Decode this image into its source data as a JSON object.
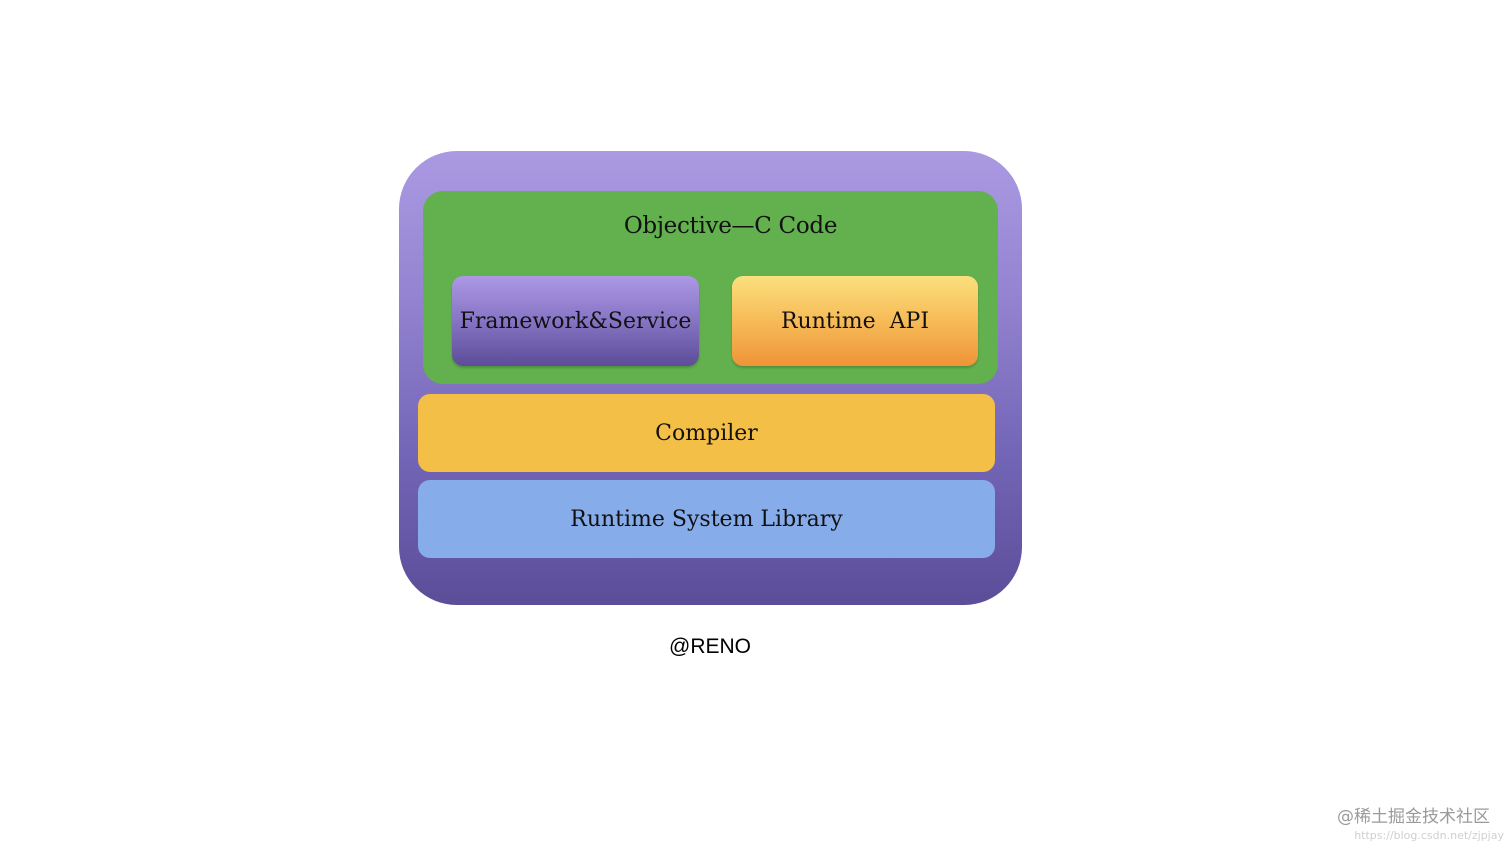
{
  "diagram": {
    "outer_container": {
      "color_top": "#ab9ae2",
      "color_bottom": "#5b4d98"
    },
    "code_layer": {
      "title": "Objective—C Code",
      "color": "#63b04e",
      "framework_box": {
        "label": "Framework&Service",
        "color_top": "#ac98e4",
        "color_bottom": "#5c4d98"
      },
      "runtime_api_box": {
        "label": "Runtime  API",
        "color_top": "#fbe07e",
        "color_bottom": "#ef9438"
      }
    },
    "compiler_layer": {
      "label": "Compiler",
      "color": "#f3bf46"
    },
    "runtime_library_layer": {
      "label": "Runtime System Library",
      "color": "#87acea"
    }
  },
  "credit": "@RENO",
  "watermark": {
    "text": "@稀土掘金技术社区",
    "url": "https://blog.csdn.net/zjpjay"
  }
}
